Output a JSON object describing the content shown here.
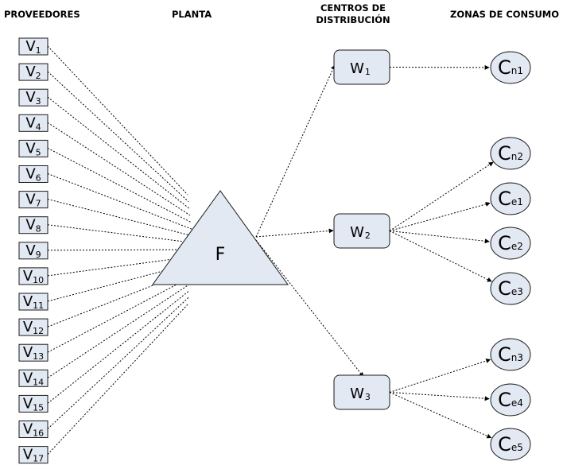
{
  "headers": {
    "suppliers": "PROVEEDORES",
    "plant": "PLANTA",
    "dc_line1": "CENTROS DE",
    "dc_line2": "DISTRIBUCIÓN",
    "zones": "ZONAS DE CONSUMO"
  },
  "plant": {
    "label": "F"
  },
  "suppliers": [
    {
      "main": "V",
      "sub": "1"
    },
    {
      "main": "V",
      "sub": "2"
    },
    {
      "main": "V",
      "sub": "3"
    },
    {
      "main": "V",
      "sub": "4"
    },
    {
      "main": "V",
      "sub": "5"
    },
    {
      "main": "V",
      "sub": "6"
    },
    {
      "main": "V",
      "sub": "7"
    },
    {
      "main": "V",
      "sub": "8"
    },
    {
      "main": "V",
      "sub": "9"
    },
    {
      "main": "V",
      "sub": "10"
    },
    {
      "main": "V",
      "sub": "11"
    },
    {
      "main": "V",
      "sub": "12"
    },
    {
      "main": "V",
      "sub": "13"
    },
    {
      "main": "V",
      "sub": "14"
    },
    {
      "main": "V",
      "sub": "15"
    },
    {
      "main": "V",
      "sub": "16"
    },
    {
      "main": "V",
      "sub": "17"
    }
  ],
  "warehouses": [
    {
      "main": "W",
      "sub": "1"
    },
    {
      "main": "W",
      "sub": "2"
    },
    {
      "main": "W",
      "sub": "3"
    }
  ],
  "zones": [
    {
      "main": "C",
      "sub": "n1",
      "from": 0
    },
    {
      "main": "C",
      "sub": "n2",
      "from": 1
    },
    {
      "main": "C",
      "sub": "e1",
      "from": 1
    },
    {
      "main": "C",
      "sub": "e2",
      "from": 1
    },
    {
      "main": "C",
      "sub": "e3",
      "from": 1
    },
    {
      "main": "C",
      "sub": "n3",
      "from": 2
    },
    {
      "main": "C",
      "sub": "e4",
      "from": 2
    },
    {
      "main": "C",
      "sub": "e5",
      "from": 2
    }
  ]
}
